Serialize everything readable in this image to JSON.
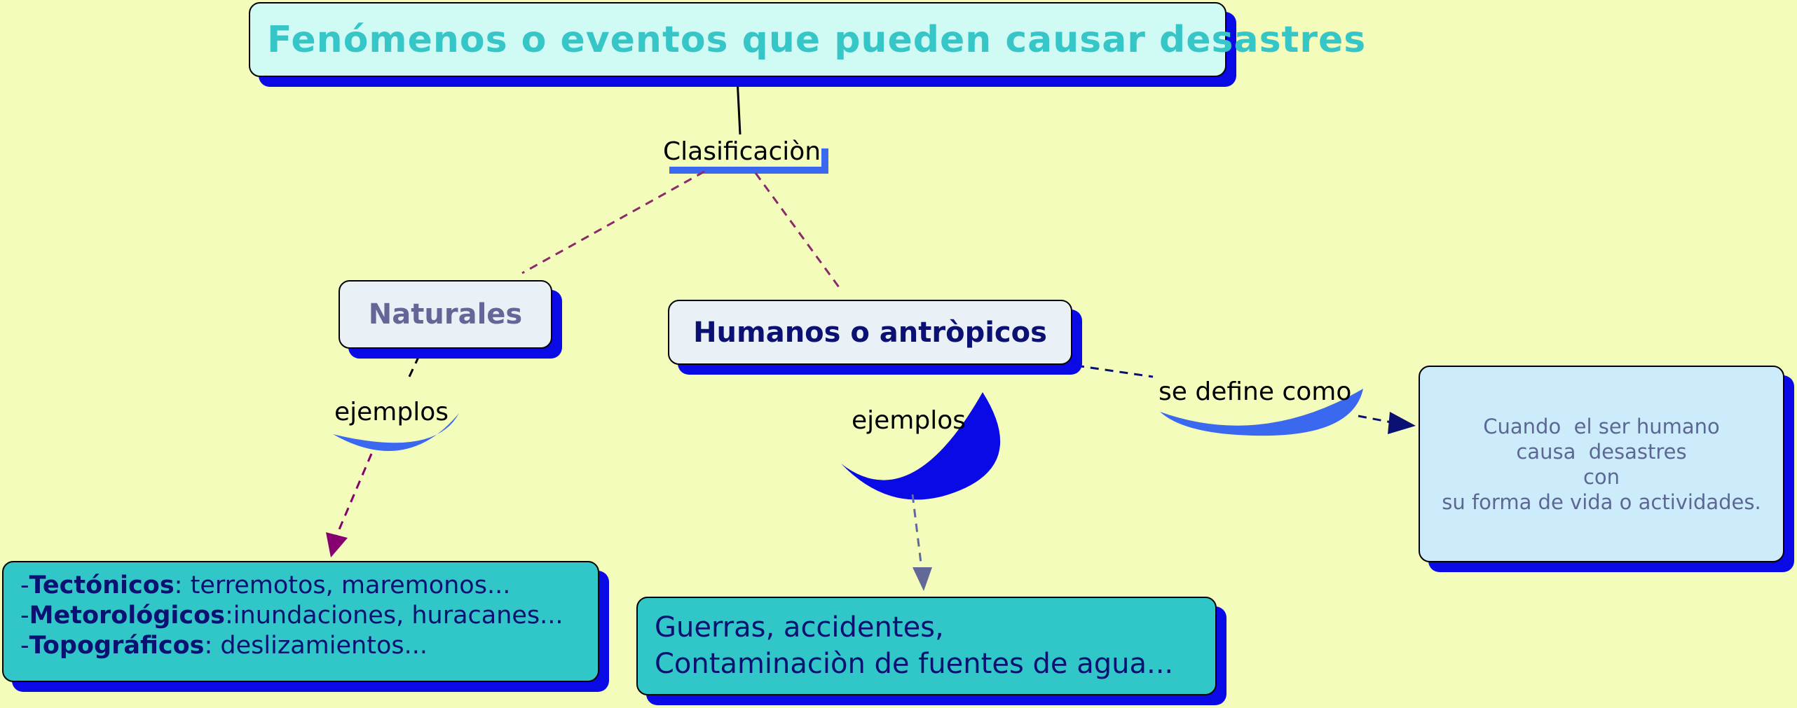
{
  "map": {
    "title": "Fenómenos o eventos que pueden causar desastres",
    "classification_label": "Clasificaciòn",
    "natural": {
      "label": "Naturales",
      "examples_label": "ejemplos",
      "examples": [
        {
          "term": "Tectónicos",
          "desc": ": terremotos, maremonos..."
        },
        {
          "term": "Metorológicos",
          "desc": ":inundaciones, huracanes..."
        },
        {
          "term": "Topográficos",
          "desc": ": deslizamientos..."
        }
      ]
    },
    "human": {
      "label": "Humanos o antròpicos",
      "examples_label": "ejemplos",
      "examples": [
        "Guerras, accidentes,",
        "Contaminaciòn de fuentes de agua..."
      ],
      "define_label": "se define como",
      "definition": [
        "Cuando  el ser humano",
        "causa  desastres",
        "con",
        "su forma de vida o actividades."
      ]
    }
  },
  "colors": {
    "background": "#f3fcbb",
    "node_shadow": "#0a0ae6",
    "link_accent": "#3a69f0",
    "dashed_link": "#8a2a6a"
  }
}
